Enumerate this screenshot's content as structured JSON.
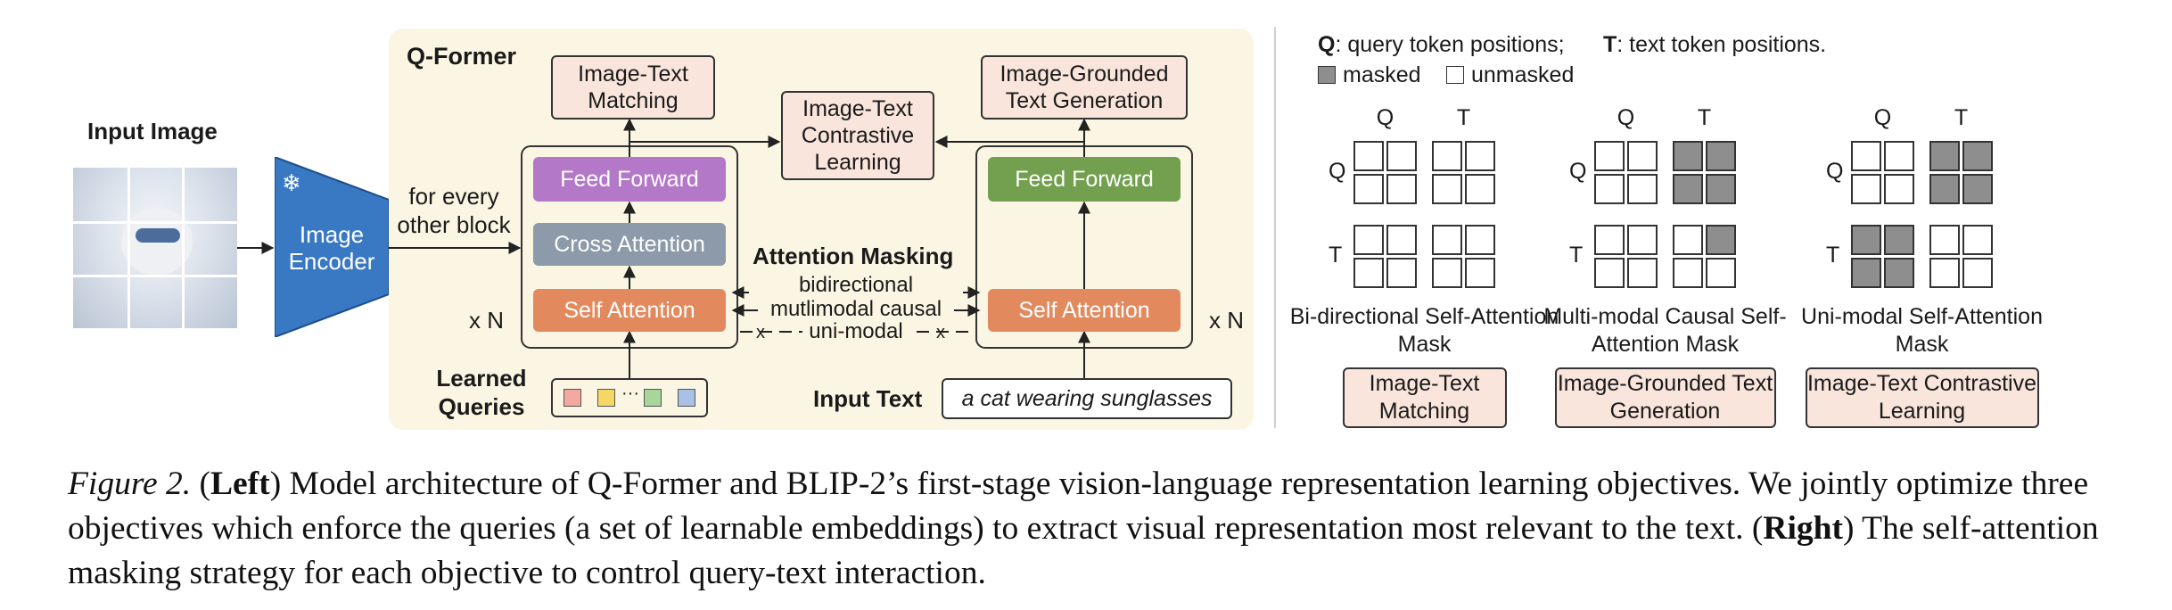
{
  "colors": {
    "qformer_bg": "#fbf6e3",
    "feed_forward_left": "#b478c8",
    "feed_forward_right": "#72a04e",
    "cross_attention": "#8c9aa9",
    "self_attention": "#e28a5e",
    "encoder": "#3978c2",
    "objective_box_bg": "#f9e5dc",
    "masked_cell": "#8e8e8e",
    "query_colors": [
      "#f4a9a0",
      "#f5d766",
      "#a8d59a",
      "#a9c1e6"
    ]
  },
  "left": {
    "input_image_label": "Input Image",
    "encoder_label": "Image Encoder",
    "encoder_icon": "snowflake-icon",
    "for_every_label": "for every other block",
    "qformer_title": "Q-Former",
    "itm_box": "Image-Text Matching",
    "itc_box": "Image-Text Contrastive Learning",
    "itg_box": "Image-Grounded Text Generation",
    "ff_left": "Feed Forward",
    "ff_right": "Feed Forward",
    "cross_attention": "Cross Attention",
    "self_attn_left": "Self Attention",
    "self_attn_right": "Self Attention",
    "xn_left": "x N",
    "xn_right": "x N",
    "attention_masking": "Attention Masking",
    "bidirectional": "bidirectional",
    "multimodal_causal": "mutlimodal causal",
    "unimodal": "uni-modal",
    "learned_queries": "Learned Queries",
    "query_ellipsis": "···",
    "input_text_label": "Input Text",
    "input_text_value": "a cat wearing sunglasses"
  },
  "right": {
    "legend_q_bold": "Q",
    "legend_q_text": ": query token positions;",
    "legend_t_bold": "T",
    "legend_t_text": ": text token positions.",
    "legend_masked": "masked",
    "legend_unmasked": "unmasked",
    "masks": [
      {
        "col_q": "Q",
        "col_t": "T",
        "row_q": "Q",
        "row_t": "T",
        "caption": "Bi-directional Self-Attention Mask",
        "objective": "Image-Text Matching",
        "grid": [
          [
            0,
            0,
            0,
            0
          ],
          [
            0,
            0,
            0,
            0
          ],
          [
            0,
            0,
            0,
            0
          ],
          [
            0,
            0,
            0,
            0
          ]
        ]
      },
      {
        "col_q": "Q",
        "col_t": "T",
        "row_q": "Q",
        "row_t": "T",
        "caption": "Multi-modal Causal Self-Attention Mask",
        "objective": "Image-Grounded Text Generation",
        "grid": [
          [
            0,
            0,
            1,
            1
          ],
          [
            0,
            0,
            1,
            1
          ],
          [
            0,
            0,
            0,
            1
          ],
          [
            0,
            0,
            0,
            0
          ]
        ]
      },
      {
        "col_q": "Q",
        "col_t": "T",
        "row_q": "Q",
        "row_t": "T",
        "caption": "Uni-modal Self-Attention Mask",
        "objective": "Image-Text Contrastive Learning",
        "grid": [
          [
            0,
            0,
            1,
            1
          ],
          [
            0,
            0,
            1,
            1
          ],
          [
            1,
            1,
            0,
            0
          ],
          [
            1,
            1,
            0,
            0
          ]
        ]
      }
    ]
  },
  "caption": {
    "fig_label": "Figure 2.",
    "left_bold": "Left",
    "part1": ") Model architecture of Q-Former and BLIP-2’s first-stage vision-language representation learning objectives. We jointly optimize three objectives which enforce the queries (a set of learnable embeddings) to extract visual representation most relevant to the text. (",
    "right_bold": "Right",
    "part2": ") The self-attention masking strategy for each objective to control query-text interaction."
  }
}
